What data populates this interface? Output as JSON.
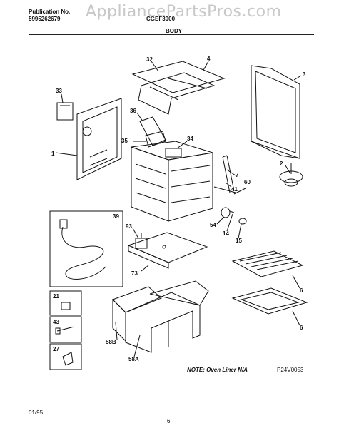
{
  "header": {
    "pub_label": "Publication No.",
    "pub_number": "5995262679",
    "model": "CGEF3000",
    "watermark": "AppliancePartsPros.com",
    "section_title": "BODY"
  },
  "parts": {
    "p32": "32",
    "p4": "4",
    "p3": "3",
    "p33": "33",
    "p36": "36",
    "p34": "34",
    "p35": "35",
    "p1": "1",
    "p7": "7",
    "p41": "41",
    "p60": "60",
    "p2": "2",
    "p39": "39",
    "p93": "93",
    "p54": "54",
    "p14": "14",
    "p15": "15",
    "p73": "73",
    "p6a": "6",
    "p6b": "6",
    "p21": "21",
    "p43": "43",
    "p27": "27",
    "p58b": "58B",
    "p58a": "58A"
  },
  "footer": {
    "note": "NOTE: Oven Liner N/A",
    "code": "P24V0053",
    "date": "01/95",
    "page": "6"
  }
}
